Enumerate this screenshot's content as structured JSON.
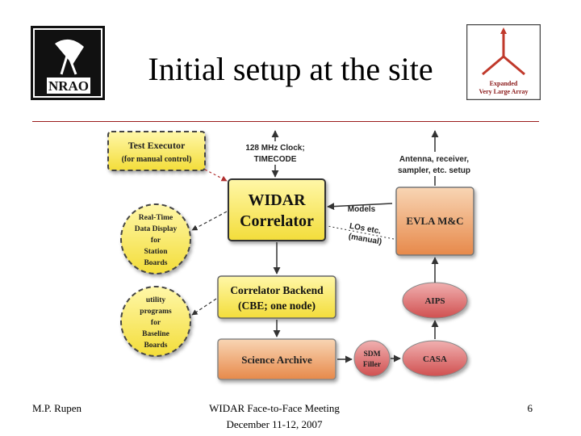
{
  "slide": {
    "title": "Initial setup at the site"
  },
  "logos": {
    "left": {
      "text": "NRAO"
    },
    "right": {
      "line1": "Expanded",
      "line2": "Very Large Array"
    }
  },
  "diagram": {
    "test_executor": {
      "line1": "Test Executor",
      "line2": "(for manual control)"
    },
    "clock": {
      "line1": "128 MHz Clock;",
      "line2": "TIMECODE"
    },
    "antenna": {
      "line1": "Antenna, receiver,",
      "line2": "sampler, etc. setup"
    },
    "widar": {
      "line1": "WIDAR",
      "line2": "Correlator"
    },
    "models": "Models",
    "los": {
      "line1": "LOs etc.",
      "line2": "(manual)"
    },
    "evla_mc": "EVLA M&C",
    "rtdd": {
      "lines": [
        "Real-Time",
        "Data Display",
        "for",
        "Station",
        "Boards"
      ]
    },
    "utility": {
      "lines": [
        "utility",
        "programs",
        "for",
        "Baseline",
        "Boards"
      ]
    },
    "cbe": {
      "line1": "Correlator Backend",
      "line2": "(CBE; one node)"
    },
    "aips": "AIPS",
    "science_archive": "Science Archive",
    "sdm_filler": {
      "line1": "SDM",
      "line2": "Filler"
    },
    "casa": "CASA"
  },
  "footer": {
    "author": "M.P. Rupen",
    "meeting_line1": "WIDAR Face-to-Face Meeting",
    "meeting_line2": "December 11-12, 2007",
    "page": "6"
  }
}
